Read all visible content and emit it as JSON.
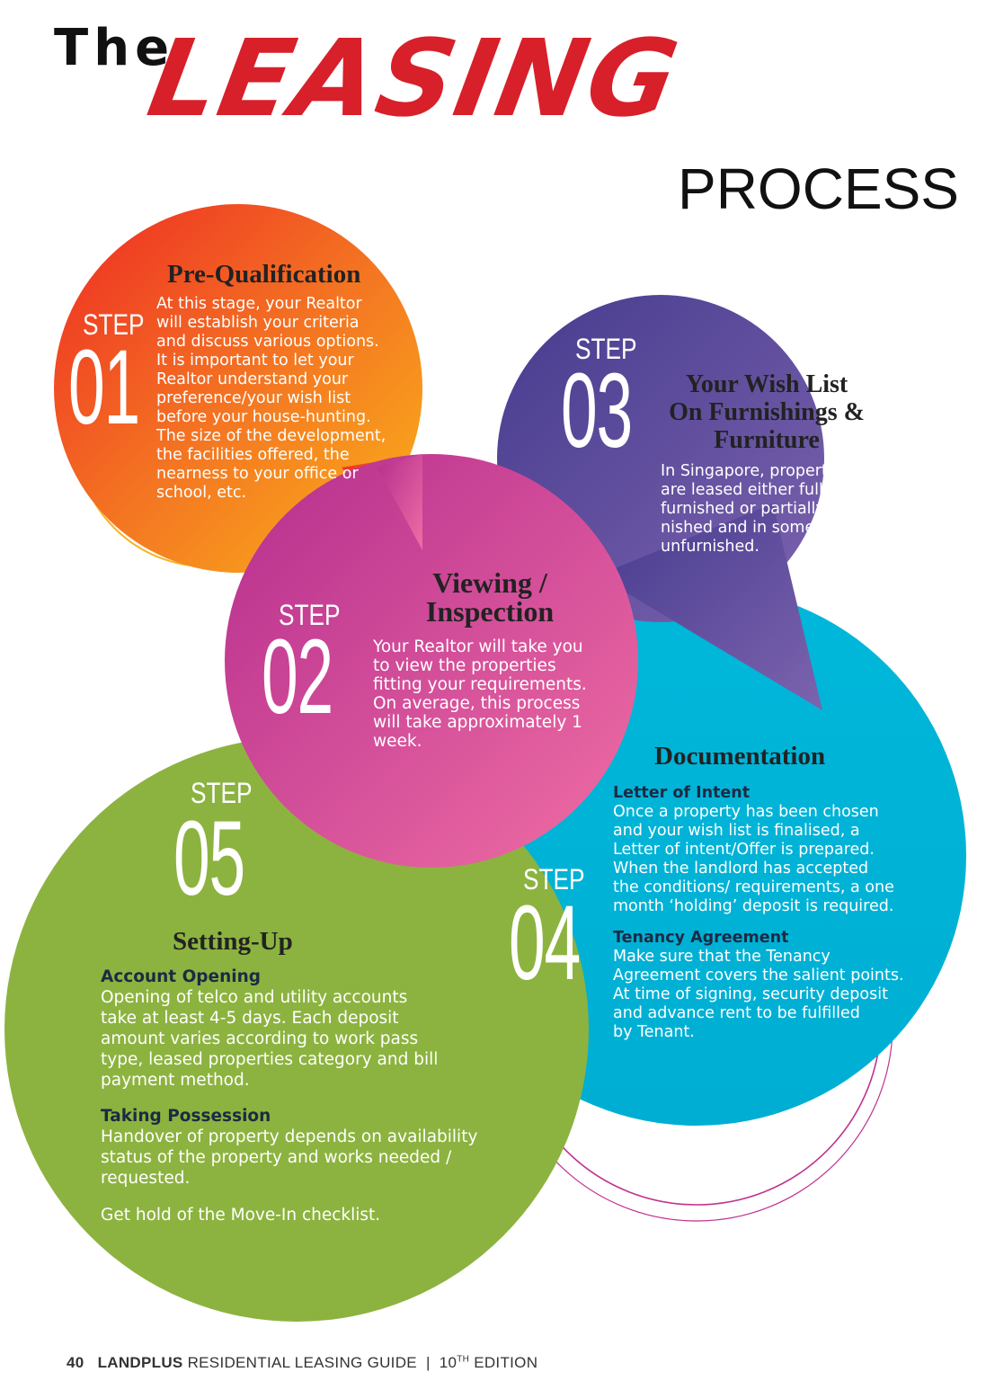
{
  "title": {
    "the": "The",
    "leasing": "LEASING",
    "process": "PROCESS"
  },
  "colors": {
    "title_red": "#d7202a",
    "step1_orange": "#f04e23",
    "step2_magenta": "#c0338f",
    "step3_purple": "#5a4a9c",
    "step4_cyan": "#00b4d8",
    "step5_green": "#8cb33f"
  },
  "steps": [
    {
      "step_label": "STEP",
      "number": "01",
      "heading": "Pre-Qualification",
      "body": [
        "At this stage, your Realtor",
        "will establish your criteria",
        "and discuss various options.",
        "It is important to let your",
        "Realtor understand your",
        "preference/your wish list",
        "before your house-hunting.",
        "The size of the development,",
        "the facilities offered, the",
        "nearness to your office or",
        "school, etc."
      ]
    },
    {
      "step_label": "STEP",
      "number": "02",
      "heading_lines": [
        "Viewing /",
        "Inspection"
      ],
      "body": [
        "Your Realtor will take you",
        "to view the properties",
        "fitting your requirements.",
        "On average, this process",
        "will take approximately 1",
        "week."
      ]
    },
    {
      "step_label": "STEP",
      "number": "03",
      "heading_lines": [
        "Your Wish List",
        "On Furnishings &",
        "Furniture"
      ],
      "body": [
        "In Singapore, properties",
        "are leased either fully",
        "furnished or partially fur-",
        "nished and in some cases",
        "unfurnished."
      ]
    },
    {
      "step_label": "STEP",
      "number": "04",
      "heading": "Documentation",
      "sections": [
        {
          "subheading": "Letter of Intent",
          "lines": [
            "Once a property has been chosen",
            "and your wish list is finalised, a",
            "Letter of intent/Offer is prepared.",
            "When the landlord has accepted",
            "the conditions/ requirements, a one",
            "month ‘holding’ deposit is required."
          ]
        },
        {
          "subheading": "Tenancy Agreement",
          "lines": [
            "Make sure that the Tenancy",
            "Agreement covers the salient points.",
            "At time of signing, security deposit",
            "and advance rent to be fulfilled",
            "by Tenant."
          ]
        }
      ]
    },
    {
      "step_label": "STEP",
      "number": "05",
      "heading": "Setting-Up",
      "sections": [
        {
          "subheading": "Account Opening",
          "lines": [
            "Opening of telco and utility accounts",
            "take at least 4-5 days.  Each deposit",
            "amount varies according to work pass",
            "type, leased properties category and bill",
            "payment method."
          ]
        },
        {
          "subheading": "Taking Possession",
          "lines": [
            "Handover of property depends on availability",
            "status of the property and works needed /",
            "requested."
          ]
        }
      ],
      "closing": "Get hold of the Move-In checklist."
    }
  ],
  "footer": {
    "page_number": "40",
    "brand": "LANDPLUS",
    "guide": "RESIDENTIAL LEASING GUIDE",
    "separator": "|",
    "edition_num": "10",
    "edition_sup": "TH",
    "edition_word": "EDITION"
  }
}
